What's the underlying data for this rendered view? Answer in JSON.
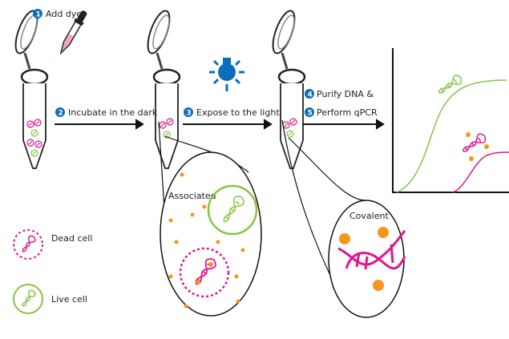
{
  "steps": [
    {
      "number": "1",
      "label": "Add dye"
    },
    {
      "number": "2",
      "label": "Incubate in the dark"
    },
    {
      "number": "3",
      "label": "Expose to the light"
    },
    {
      "number": "4",
      "label": "Purify DNA &"
    },
    {
      "number": "5",
      "label": "Perform qPCR"
    }
  ],
  "zoom_labels": {
    "associated": "Associated",
    "covalent": "Covalent"
  },
  "legend": [
    {
      "label": "Dead cell",
      "color": "#e0168c"
    },
    {
      "label": "Live cell",
      "color": "#86c540"
    }
  ],
  "colors": {
    "step_badge": "#0a6ebd",
    "dye": "#f2a6c8",
    "orange": "#f7941d",
    "light": "#0a6ebd"
  }
}
